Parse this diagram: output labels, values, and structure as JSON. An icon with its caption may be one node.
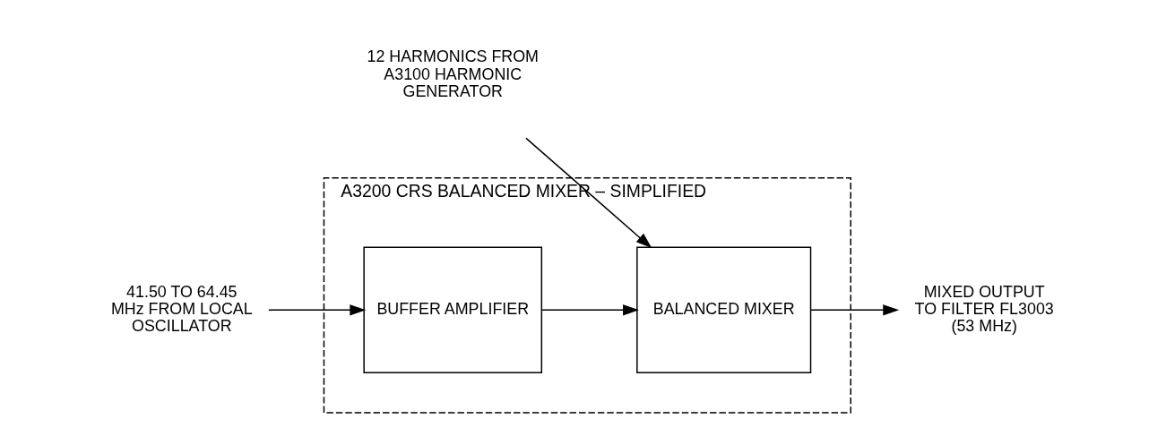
{
  "diagram": {
    "nodes": [
      {
        "text": [
          "A3200 CRS BALANCED MIXER – SIMPLIFIED"
        ]
      },
      {
        "text": [
          "12 HARMONICS FROM A3100 HARMONIC GENERATOR"
        ]
      },
      {
        "text": [
          "41.50 TO 64.45 MHz FROM LOCAL OSCILLATOR"
        ]
      },
      {
        "text": [
          "BUFFER AMPLIFIER"
        ],
        "in": 0
      },
      {
        "text": [
          "BALANCED MIXER"
        ],
        "in": 0
      },
      {
        "text": [
          "MIXED OUTPUT TO FILTER FL3003 (53 MHz)"
        ]
      }
    ],
    "edges": [
      {
        "from": 1,
        "to": 4,
        "arrow": "to"
      },
      {
        "from": 2,
        "to": 3,
        "arrow": "to"
      },
      {
        "from": 3,
        "to": 4,
        "arrow": "to"
      },
      {
        "from": 4,
        "to": 5,
        "arrow": "to"
      }
    ]
  }
}
